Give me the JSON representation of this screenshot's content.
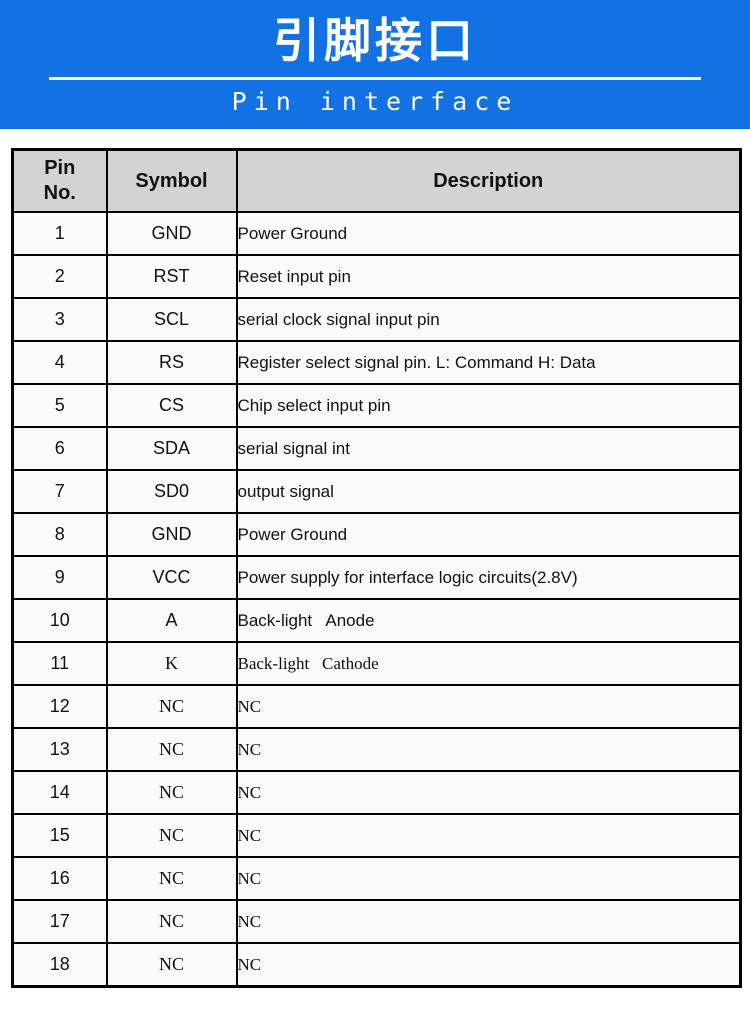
{
  "colors": {
    "banner_blue": "#1271e3",
    "header_gray": "#d3d3d3",
    "border_black": "#000000",
    "row_bg": "#fbfbfb",
    "text_white": "#ffffff"
  },
  "banner": {
    "title_cn": "引脚接口",
    "title_en": "Pin interface"
  },
  "table": {
    "headers": {
      "pin": "Pin\nNo.",
      "symbol": "Symbol",
      "description": "Description"
    },
    "rows": [
      {
        "no": "1",
        "symbol": "GND",
        "desc": "Power Ground",
        "style": "sans"
      },
      {
        "no": "2",
        "symbol": "RST",
        "desc": "Reset input pin",
        "style": "sans"
      },
      {
        "no": "3",
        "symbol": "SCL",
        "desc": "serial clock signal input pin",
        "style": "sans"
      },
      {
        "no": "4",
        "symbol": "RS",
        "desc": "Register select signal pin. L: Command H: Data",
        "style": "sans"
      },
      {
        "no": "5",
        "symbol": "CS",
        "desc": "Chip select input pin",
        "style": "sans"
      },
      {
        "no": "6",
        "symbol": "SDA",
        "desc": "serial signal int",
        "style": "sans"
      },
      {
        "no": "7",
        "symbol": "SD0",
        "desc": "output signal",
        "style": "sans"
      },
      {
        "no": "8",
        "symbol": "GND",
        "desc": "Power Ground",
        "style": "sans"
      },
      {
        "no": "9",
        "symbol": "VCC",
        "desc": "Power supply for interface logic circuits(2.8V)",
        "style": "sans"
      },
      {
        "no": "10",
        "symbol": "A",
        "desc": "Back-light   Anode",
        "style": "sans"
      },
      {
        "no": "11",
        "symbol": "K",
        "desc": "Back-light   Cathode",
        "style": "serif"
      },
      {
        "no": "12",
        "symbol": "NC",
        "desc": "NC",
        "style": "serif"
      },
      {
        "no": "13",
        "symbol": "NC",
        "desc": "NC",
        "style": "serif"
      },
      {
        "no": "14",
        "symbol": "NC",
        "desc": "NC",
        "style": "serif"
      },
      {
        "no": "15",
        "symbol": "NC",
        "desc": "NC",
        "style": "serif"
      },
      {
        "no": "16",
        "symbol": "NC",
        "desc": "NC",
        "style": "serif"
      },
      {
        "no": "17",
        "symbol": "NC",
        "desc": "NC",
        "style": "serif"
      },
      {
        "no": "18",
        "symbol": "NC",
        "desc": "NC",
        "style": "serif"
      }
    ]
  }
}
